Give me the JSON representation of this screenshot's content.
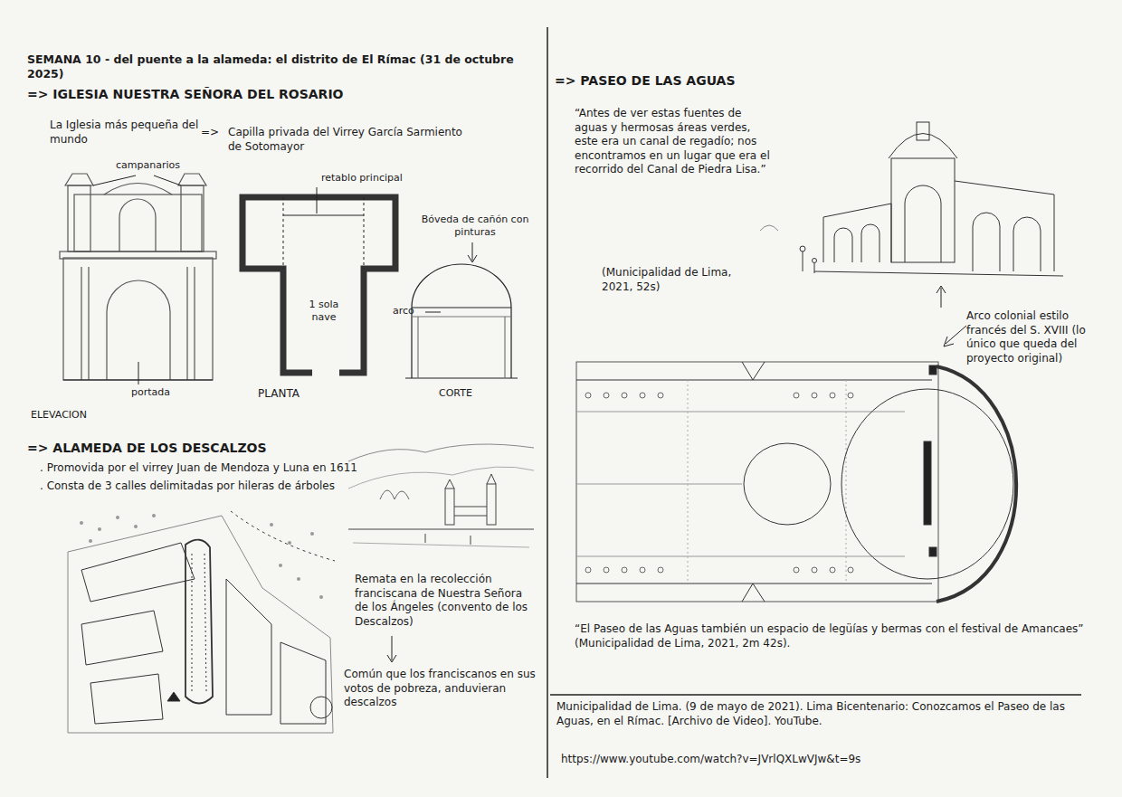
{
  "diagram": {
    "title": "SEMANA 10 - del puente a la alameda: el distrito de El Rímac (31 de octubre 2025)",
    "labels": [
      "=> IGLESIA NUESTRA SEÑORA DEL ROSARIO",
      "La Iglesia más pequeña del mundo",
      "=>",
      "Capilla privada del Virrey García Sarmiento de Sotomayor",
      "campanarios",
      "retablo principal",
      "Bóveda de cañón con pinturas",
      "1 sola nave",
      "arco",
      "portada",
      "ELEVACION",
      "PLANTA",
      "CORTE",
      "=> ALAMEDA DE LOS DESCALZOS",
      ". Promovida por el virrey Juan de Mendoza y Luna en 1611",
      ". Consta de 3 calles delimitadas por hileras de árboles",
      "Remata en la recolección franciscana de Nuestra Señora de los Ángeles (convento de los Descalzos)",
      "Común que los franciscanos en sus votos de pobreza, anduvieran descalzos",
      "=> PASEO DE LAS AGUAS",
      "“Antes de ver estas fuentes de aguas y hermosas áreas verdes, este era un canal de regadío; nos encontramos en un lugar que era el recorrido del Canal de Piedra Lisa.”",
      "(Municipalidad de Lima, 2021, 52s)",
      "Arco colonial estilo francés del S. XVIII (lo único que queda del proyecto original)",
      "“El Paseo de las Aguas también un espacio de legüías y bermas con el festival de Amancaes” (Municipalidad de Lima, 2021, 2m 42s).",
      "Municipalidad de Lima. (9 de mayo de 2021). Lima Bicentenario: Conozcamos el Paseo de las Aguas, en el Rímac. [Archivo de Video]. YouTube.",
      "https://www.youtube.com/watch?v=JVrlQXLwVJw&t=9s"
    ]
  }
}
